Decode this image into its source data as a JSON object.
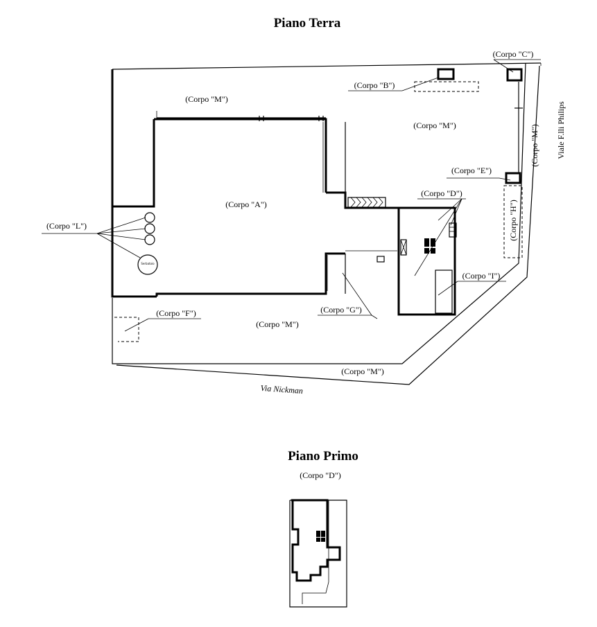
{
  "titles": {
    "ground": "Piano Terra",
    "first": "Piano Primo"
  },
  "labels": {
    "corpo_a": "(Corpo \"A\")",
    "corpo_b": "(Corpo \"B\")",
    "corpo_c": "(Corpo \"C\")",
    "corpo_d": "(Corpo \"D\")",
    "corpo_e": "(Corpo \"E\")",
    "corpo_f": "(Corpo \"F\")",
    "corpo_g": "(Corpo \"G\")",
    "corpo_h": "(Corpo \"H\")",
    "corpo_i": "(Corpo \"I\")",
    "corpo_l": "(Corpo \"L\")",
    "corpo_m": "(Corpo \"M\")",
    "corpo_d_first": "(Corpo \"D\")"
  },
  "streets": {
    "via": "Via Nickman",
    "viale": "Viale F.lli Philips"
  },
  "tank_text": "Serbatoio"
}
